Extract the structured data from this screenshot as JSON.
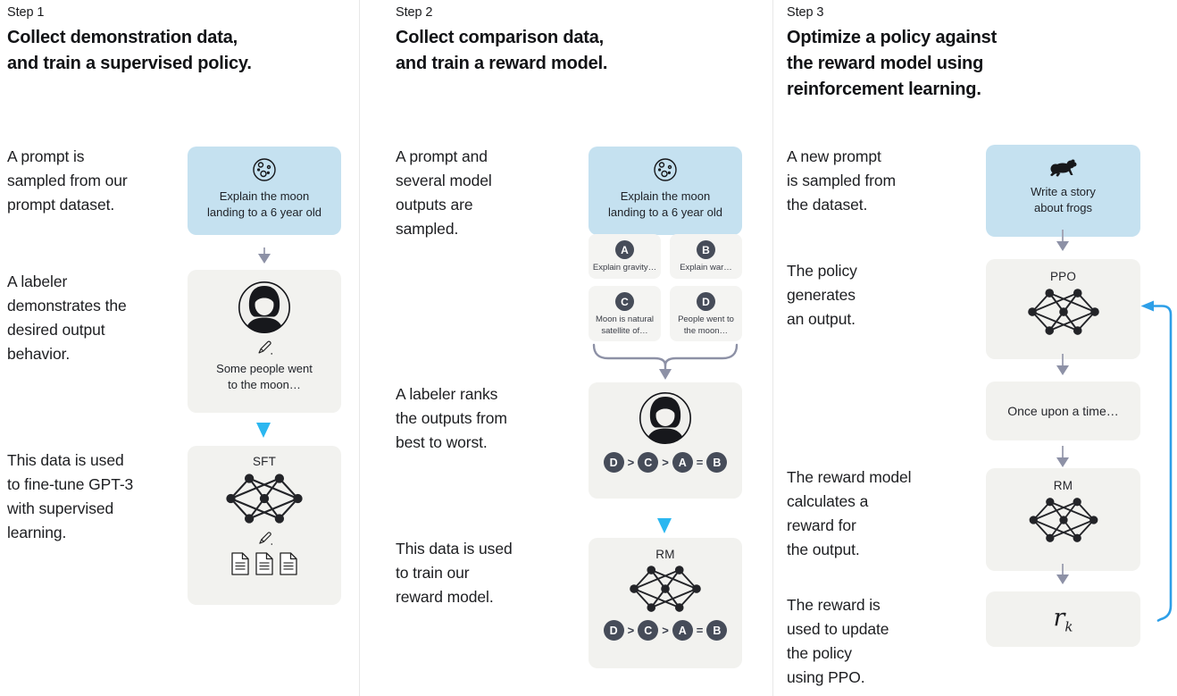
{
  "colors": {
    "prompt_box_blue": "#c5e1f0",
    "model_box_gray": "#f2f2ef",
    "badge_dark": "#464c59",
    "arrow_gray": "#8d91a6",
    "arrow_cyan": "#2bb7f0",
    "loop_blue": "#2d9fe8"
  },
  "columns": {
    "0": {
      "step": "Step 1",
      "title": "Collect demonstration data,\nand train a supervised policy.",
      "t1": "A prompt is\nsampled from our\nprompt dataset.",
      "t2": "A labeler\ndemonstrates the\ndesired output\nbehavior.",
      "t3": "This data is used\nto fine-tune GPT-3\nwith supervised\nlearning.",
      "prompt_box": {
        "text": "Explain the moon\nlanding to a 6 year old"
      },
      "labeler_box": {
        "text": "Some people went\nto the moon…"
      },
      "sft_box": {
        "label": "SFT"
      }
    },
    "1": {
      "step": "Step 2",
      "title": "Collect comparison data,\nand train a reward model.",
      "t1": "A prompt and\nseveral model\noutputs are\nsampled.",
      "t2": "A labeler ranks\nthe outputs from\nbest to worst.",
      "t3": "This data is used\nto train our\nreward model.",
      "prompt_box": {
        "text": "Explain the moon\nlanding to a 6 year old"
      },
      "outputs": {
        "0": {
          "letter": "A",
          "text": "Explain gravity…"
        },
        "1": {
          "letter": "B",
          "text": "Explain war…"
        },
        "2": {
          "letter": "C",
          "text": "Moon is natural\nsatellite of…"
        },
        "3": {
          "letter": "D",
          "text": "People went to\nthe moon…"
        }
      },
      "ranking": {
        "l1": "D",
        "op1": ">",
        "l2": "C",
        "op2": ">",
        "l3": "A",
        "op3": "=",
        "l4": "B"
      },
      "rm_box": {
        "label": "RM"
      }
    },
    "2": {
      "step": "Step 3",
      "title": "Optimize a policy against\nthe reward model using\nreinforcement learning.",
      "t1": "A new prompt\nis sampled from\nthe dataset.",
      "t2": "The policy\ngenerates\nan output.",
      "t3": "The reward model\ncalculates a\nreward for\nthe output.",
      "t4": "The reward is\nused to update\nthe policy\nusing PPO.",
      "prompt_box": {
        "text": "Write a story\nabout frogs"
      },
      "ppo_box": {
        "label": "PPO"
      },
      "once_box": {
        "text": "Once upon a time…"
      },
      "rm_box": {
        "label": "RM"
      },
      "reward_box": {
        "r": "r",
        "sub": "k"
      }
    }
  }
}
